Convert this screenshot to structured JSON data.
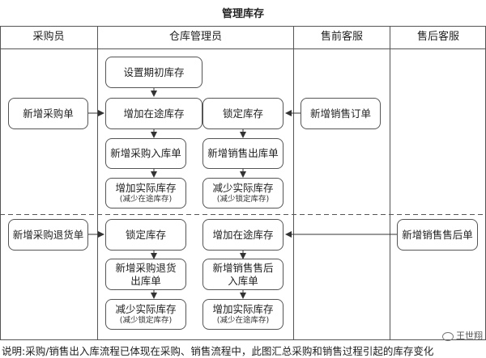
{
  "title": "管理库存",
  "lanes": [
    "采购员",
    "仓库管理员",
    "售前客服",
    "售后客服"
  ],
  "boxes": {
    "set_initial": {
      "l1": "设置期初库存"
    },
    "new_purchase": {
      "l1": "新增采购单"
    },
    "add_transit": {
      "l1": "增加在途库存"
    },
    "lock_stock": {
      "l1": "锁定库存"
    },
    "new_sales_order": {
      "l1": "新增销售订单"
    },
    "purchase_in": {
      "l1": "新增采购入库单"
    },
    "sales_out": {
      "l1": "新增销售出库单"
    },
    "add_actual": {
      "l1": "增加实际库存",
      "l2": "(减少在途库存)"
    },
    "reduce_actual_lock": {
      "l1": "减少实际库存",
      "l2": "(减少锁定库存)"
    },
    "new_return": {
      "l1": "新增采购退货单"
    },
    "lock_stock2": {
      "l1": "锁定库存"
    },
    "add_transit2": {
      "l1": "增加在途库存"
    },
    "new_aftersale": {
      "l1": "新增销售售后单"
    },
    "return_out": {
      "l1": "新增采购退货",
      "l2": "出库单"
    },
    "aftersale_in": {
      "l1": "新增销售售后",
      "l2": "入库单"
    },
    "reduce_actual2": {
      "l1": "减少实际库存",
      "l2": "(减少锁定库存)"
    },
    "add_actual2": {
      "l1": "增加实际库存",
      "l2": "(减少在途库存)"
    }
  },
  "note": "说明:采购/销售出入库流程已体现在采购、销售流程中，此图汇总采购和销售过程引起的库存变化",
  "watermark": "王世翔"
}
